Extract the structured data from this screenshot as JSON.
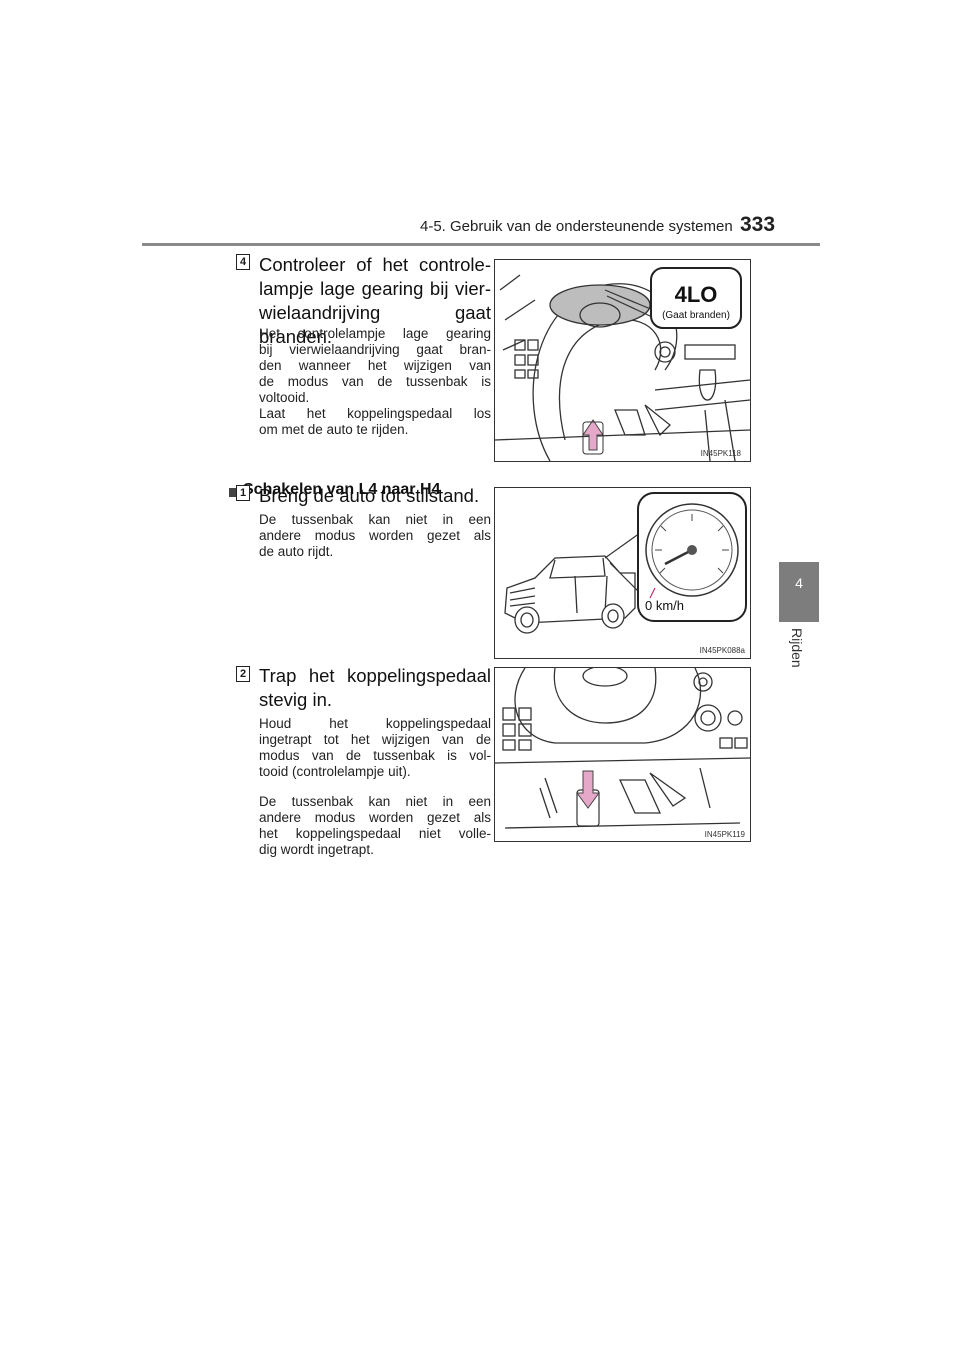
{
  "header": {
    "title": "4-5. Gebruik van de ondersteunende systemen",
    "page_number": "333"
  },
  "side_tab": {
    "chapter": "4",
    "label": "Rijden"
  },
  "step4": {
    "number": "4",
    "title": "Controleer of het controle-lampje lage gearing bij vier-wielaandrijving gaat branden.",
    "title_lines": [
      "Controleer of het controle-",
      "lampje lage gearing bij vier-",
      "wielaandrijving gaat branden."
    ],
    "body_lines": [
      "Het controlelampje lage gearing",
      "bij vierwielaandrijving gaat bran-",
      "den wanneer het wijzigen van",
      "de modus van de tussenbak is",
      "voltooid.",
      "Laat het koppelingspedaal los",
      "om met de auto te rijden."
    ],
    "illus_label": "4LO",
    "illus_sublabel": "(Gaat branden)",
    "illus_code": "IN45PK118"
  },
  "section": {
    "title": "Schakelen van L4 naar H4"
  },
  "step1": {
    "number": "1",
    "title": "Breng de auto tot stilstand.",
    "body_lines": [
      "De tussenbak kan niet in een",
      "andere modus worden gezet als",
      "de auto rijdt."
    ],
    "illus_label": "0 km/h",
    "illus_code": "IN45PK088a"
  },
  "step2": {
    "number": "2",
    "title_lines": [
      "Trap het koppelingspedaal",
      "stevig in."
    ],
    "body_lines_a": [
      "Houd het koppelingspedaal",
      "ingetrapt tot het wijzigen van de",
      "modus van de tussenbak is vol-",
      "tooid (controlelampje uit)."
    ],
    "body_lines_b": [
      "De tussenbak kan niet in een",
      "andere modus worden gezet als",
      "het koppelingspedaal niet volle-",
      "dig wordt ingetrapt."
    ],
    "illus_code": "IN45PK119"
  },
  "colors": {
    "accent_pink": "#e6a8c8",
    "tab_gray": "#7d7d7d",
    "rule_gray": "#8a8a8a"
  }
}
